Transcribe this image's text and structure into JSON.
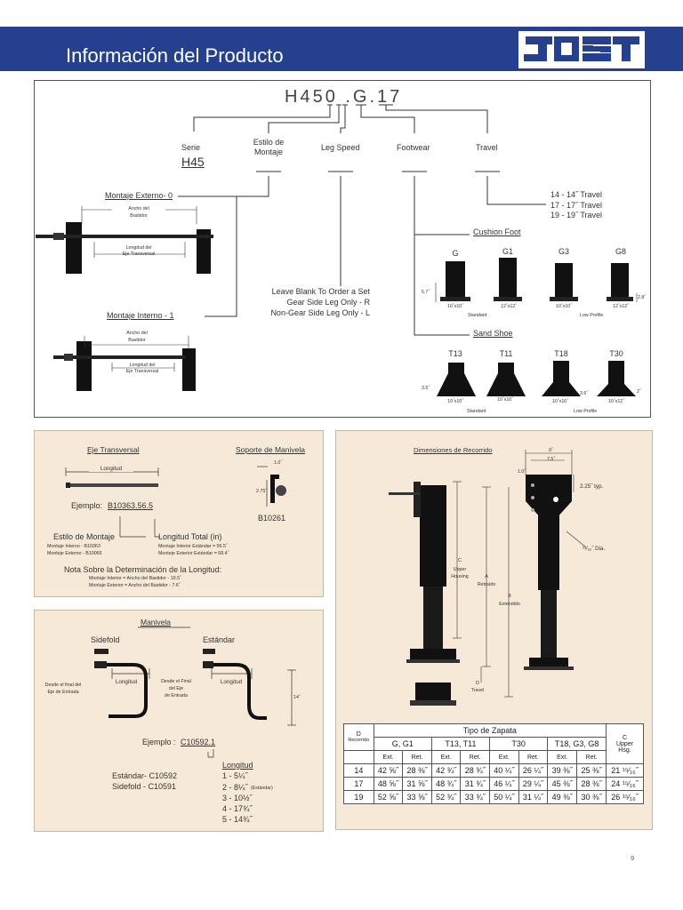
{
  "header": {
    "title": "Información del Producto",
    "brand_color": "#25408f",
    "logo_text": "JOST"
  },
  "model": {
    "code": "H450 .G.17",
    "serie_label": "Serie",
    "serie_value": "H45",
    "estilo_label_1": "Estilo de",
    "estilo_label_2": "Montaje",
    "leg_speed_label": "Leg Speed",
    "footwear_label": "Footwear",
    "travel_label": "Travel",
    "montaje_externo": "Montaje Externo- 0",
    "montaje_interno": "Montaje Interno - 1",
    "ancho_1": "Ancho del",
    "ancho_2": "Bastidor",
    "longitud_1": "Longitud del",
    "longitud_2": "Eje Transversal",
    "travel_options": [
      "14 - 14˝ Travel",
      "17 - 17˝ Travel",
      "19 - 19˝ Travel"
    ],
    "leg_options": [
      "Leave Blank To Order a Set",
      "Gear Side Leg Only - R",
      "Non-Gear Side Leg Only - L"
    ],
    "cushion_title": "Cushion Foot",
    "cushion_feet": [
      {
        "name": "G",
        "size": "10˝x10˝"
      },
      {
        "name": "G1",
        "size": "12˝x12˝"
      },
      {
        "name": "G3",
        "size": "10˝x10˝"
      },
      {
        "name": "G8",
        "size": "12˝x12˝"
      }
    ],
    "cushion_dim_left": "5.7˝",
    "cushion_dim_right": "2.8˝",
    "sand_title": "Sand Shoe",
    "sand_shoes": [
      {
        "name": "T13",
        "size": "10˝x10˝"
      },
      {
        "name": "T11",
        "size": "10˝x10˝"
      },
      {
        "name": "T18",
        "size": "10˝x10˝"
      },
      {
        "name": "T30",
        "size": "10˝x12˝"
      }
    ],
    "sand_dim_left": "3.5˝",
    "sand_dim_mid": "3.6˝",
    "sand_dim_right": "2˝",
    "standard": "Standard",
    "low_profile": "Low Profile"
  },
  "eje": {
    "title": "Eje Transversal",
    "longitud": "Longitud",
    "ejemplo_label": "Ejemplo:",
    "ejemplo_value": "B10363.56.5",
    "estilo_label": "Estilo de Montaje",
    "estilo_lines": [
      "Montaje Interno - B10363",
      "Monteje Externo - B10066"
    ],
    "longitud_total": "Longitud Total (in)",
    "longitud_lines": [
      "Montaje Interior Estándar = 56.5˝",
      "Monteje Exterior Estándar = 68.4˝"
    ],
    "nota_title": "Nota Sobre la Determinación de la Longitud:",
    "nota_lines": [
      "Montaje Interior = Ancho del Bastidor - 19.5˝",
      "Montaje Exterior = Ancho del Bastidor - 7.6˝"
    ],
    "soporte_title": "Soporte de Manivela",
    "soporte_w": "1.0˝",
    "soporte_h": "2.75˝",
    "soporte_part": "B10261"
  },
  "manivela": {
    "title": "Manivela",
    "sidefold": "Sidefold",
    "estandar": "Estándar",
    "desde_1": "Desde el final del",
    "desde_2": "Eje de Entrada",
    "desde_b1": "Desde el Final",
    "desde_b2": "del Eje",
    "desde_b3": "de Entrada",
    "longitud": "Longitud",
    "dim_14": "14˝",
    "ejemplo_label": "Ejemplo :",
    "ejemplo_value": "C10592.1",
    "std_part": "Estándar- C10592",
    "side_part": "Sidefold - C10591",
    "longitud_title": "Longitud",
    "longitud_options": [
      "1 - 5¼˝",
      "2 - 8¼˝",
      "3 - 10½˝",
      "4 - 17¾˝",
      "5 - 14¾˝"
    ],
    "estandar_note": "(Estándar)"
  },
  "dimensiones": {
    "title": "Dimensiones de Recorrido",
    "d9": "9˝",
    "d75": "7.5˝",
    "d10": "1.0˝",
    "d225": "2.25˝ typ.",
    "dia": "²¹⁄₃₂˝ Dia.",
    "c_1": "C",
    "c_2": "Upper",
    "c_3": "Housing",
    "a_1": "A",
    "a_2": "Retraído",
    "b_1": "B",
    "b_2": "Extendido",
    "d_1": "D",
    "d_2": "Travel"
  },
  "table": {
    "tipo": "Tipo de Zapata",
    "d_label": "D",
    "recorrido": "Recorrido",
    "groups": [
      "G, G1",
      "T13, T11",
      "T30",
      "T18, G3, G8"
    ],
    "ext": "Ext.",
    "ret": "Ret.",
    "c_1": "C",
    "c_2": "Upper",
    "c_3": "Hsg.",
    "rows": [
      [
        "14",
        "42 ⅝˝",
        "28 ⅜˝",
        "42 ¾˝",
        "28 ¾˝",
        "40 ¼˝",
        "26 ¼˝",
        "39 ⅜˝",
        "25 ⅜˝",
        "21 ¹⁵⁄₁₆˝"
      ],
      [
        "17",
        "48 ⅝˝",
        "31 ⅝˝",
        "48 ¾˝",
        "31 ¾˝",
        "46 ¼˝",
        "29 ¼˝",
        "45 ⅜˝",
        "28 ⅜˝",
        "24 ¹⁵⁄₁₆˝"
      ],
      [
        "19",
        "52 ⅝˝",
        "33 ⅝˝",
        "52 ¾˝",
        "33 ¾˝",
        "50 ¼˝",
        "31 ¼˝",
        "49 ⅜˝",
        "30 ⅜˝",
        "26 ¹⁵⁄₁₆˝"
      ]
    ]
  },
  "page_number": "9"
}
